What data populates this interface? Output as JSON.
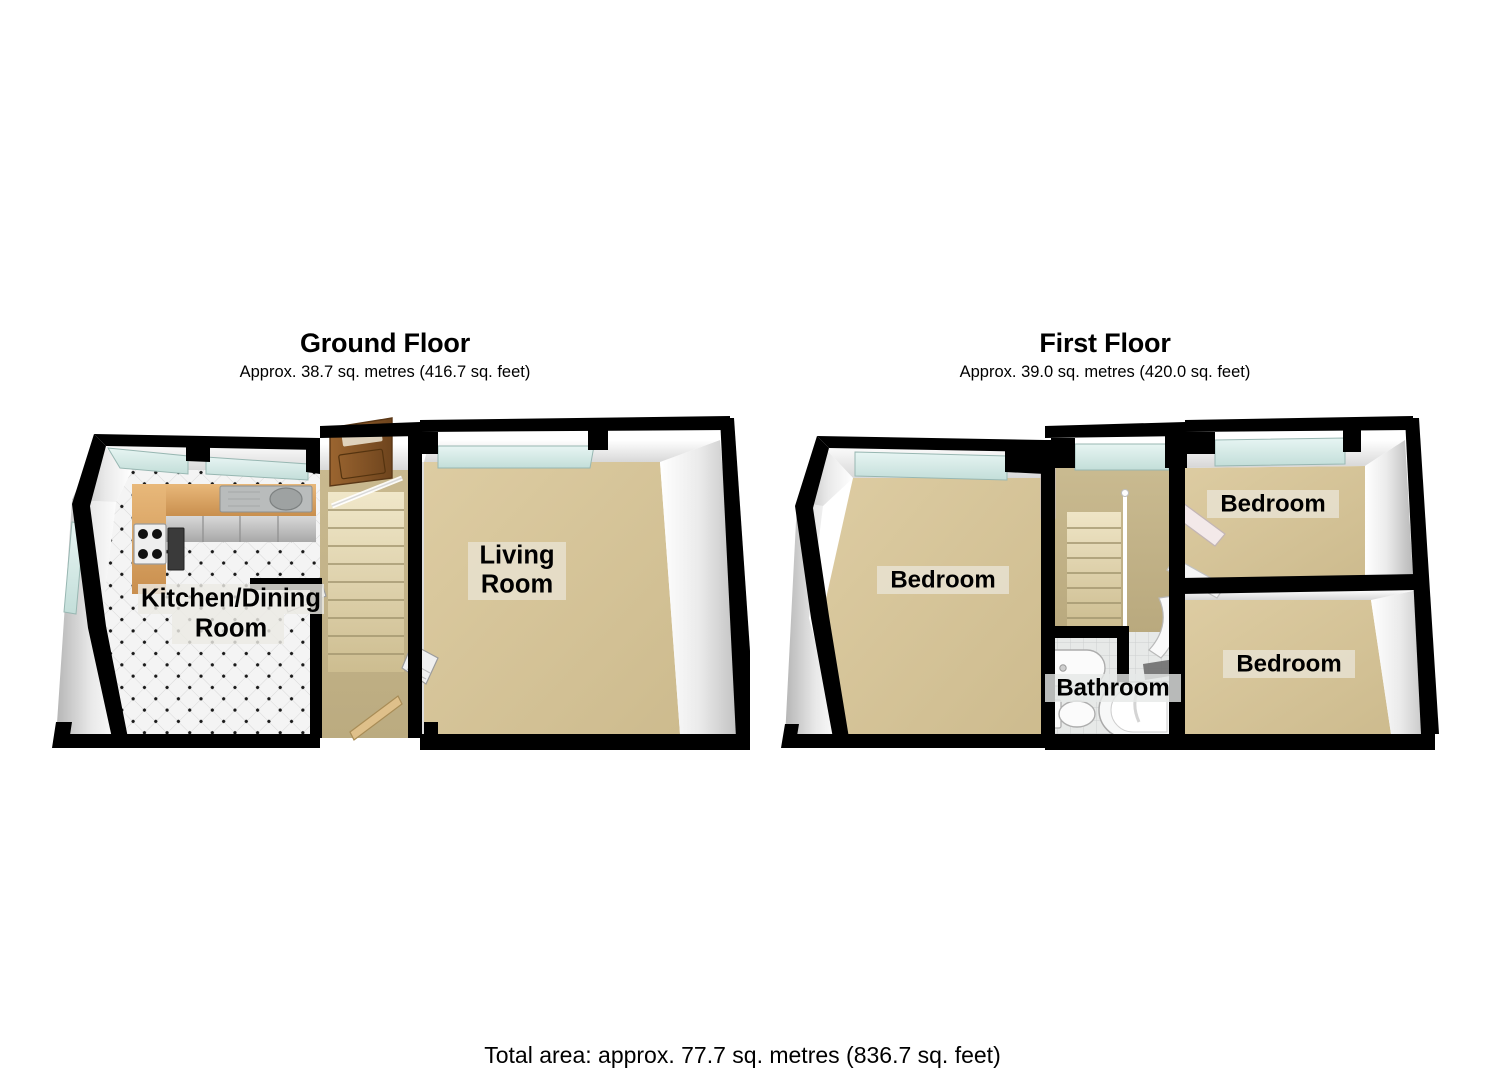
{
  "document": {
    "type": "property-floorplan",
    "background_color": "#ffffff",
    "total_area": "Total area: approx. 77.7 sq. metres (836.7 sq. feet)"
  },
  "floors": [
    {
      "id": "ground",
      "title": "Ground Floor",
      "subtitle": "Approx. 38.7 sq. metres (416.7 sq. feet)",
      "rooms": [
        {
          "name": "Kitchen/Dining Room",
          "label_lines": [
            "Kitchen/Dining",
            "Room"
          ],
          "floor_finish": "white-tile-diamond",
          "floor_color": "#f2f2f2"
        },
        {
          "name": "Living Room",
          "label_lines": [
            "Living",
            "Room"
          ],
          "floor_finish": "carpet",
          "floor_color": "#d9c79a"
        },
        {
          "name": "Hallway / Stairs",
          "label_lines": [],
          "floor_finish": "carpet",
          "floor_color": "#cbbc92"
        }
      ],
      "fixtures": [
        "kitchen-counter",
        "hob",
        "sink",
        "base-cabinets",
        "staircase",
        "front-door",
        "radiator",
        "internal-door"
      ]
    },
    {
      "id": "first",
      "title": "First Floor",
      "subtitle": "Approx. 39.0 sq. metres (420.0 sq. feet)",
      "rooms": [
        {
          "name": "Bedroom 1",
          "label_lines": [
            "Bedroom"
          ],
          "floor_finish": "carpet",
          "floor_color": "#d9c79a"
        },
        {
          "name": "Bedroom 2",
          "label_lines": [
            "Bedroom"
          ],
          "floor_finish": "carpet",
          "floor_color": "#d9c79a"
        },
        {
          "name": "Bedroom 3",
          "label_lines": [
            "Bedroom"
          ],
          "floor_finish": "carpet",
          "floor_color": "#d9c79a"
        },
        {
          "name": "Bathroom",
          "label_lines": [
            "Bathroom"
          ],
          "floor_finish": "tile",
          "floor_color": "#e3e5e4"
        },
        {
          "name": "Landing",
          "label_lines": [],
          "floor_finish": "carpet",
          "floor_color": "#cbbc92"
        }
      ],
      "fixtures": [
        "staircase",
        "wash-basin",
        "toilet",
        "bathtub",
        "bedroom-doors",
        "bathroom-door"
      ]
    }
  ],
  "colors": {
    "wall_outline": "#000000",
    "wall_face": "#ffffff",
    "wall_shade": "#c9c9c9",
    "carpet": "#d9c79a",
    "tile_light": "#f2f2f2",
    "bathroom_tile": "#e3e5e4",
    "window_glass": "#d7ecea",
    "wood_counter": "#d7a263",
    "wood_door": "#8a5a2b",
    "stair_tread": "#dfd2ab",
    "label_box": "#e8e8e4",
    "text": "#000000"
  },
  "labels": {
    "ground_kitchen_l1": "Kitchen/Dining",
    "ground_kitchen_l2": "Room",
    "ground_living_l1": "Living",
    "ground_living_l2": "Room",
    "first_bedroom_left": "Bedroom",
    "first_bedroom_top_right": "Bedroom",
    "first_bedroom_bottom_right": "Bedroom",
    "first_bathroom": "Bathroom"
  }
}
